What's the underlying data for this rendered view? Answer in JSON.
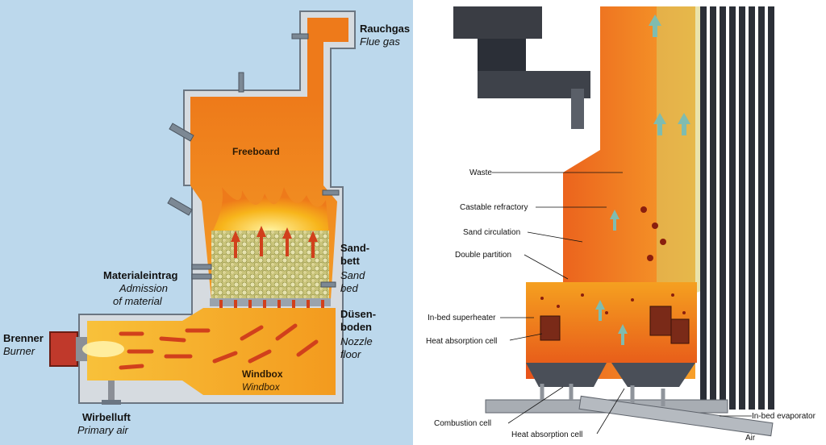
{
  "left_diagram": {
    "flue_gas_de": "Rauchgas",
    "flue_gas_en": "Flue gas",
    "freeboard": "Freeboard",
    "sand_bed_de_1": "Sand-",
    "sand_bed_de_2": "bett",
    "sand_bed_en_1": "Sand",
    "sand_bed_en_2": "bed",
    "material_de": "Materialeintrag",
    "material_en_1": "Admission",
    "material_en_2": "of material",
    "nozzle_de_1": "Düsen-",
    "nozzle_de_2": "boden",
    "nozzle_en_1": "Nozzle",
    "nozzle_en_2": "floor",
    "burner_de": "Brenner",
    "burner_en": "Burner",
    "windbox_de": "Windbox",
    "windbox_en": "Windbox",
    "primary_air_de": "Wirbelluft",
    "primary_air_en": "Primary air"
  },
  "right_diagram": {
    "waste": "Waste",
    "castable_refractory": "Castable refractory",
    "sand_circulation": "Sand circulation",
    "double_partition": "Double partition",
    "in_bed_superheater": "In-bed superheater",
    "heat_absorption_cell_left": "Heat absorption cell",
    "combustion_cell": "Combustion cell",
    "heat_absorption_cell_bottom": "Heat absorption cell",
    "in_bed_evaporator": "In-bed evaporator",
    "air": "Air"
  },
  "colors": {
    "left_background": "#bcd8ec",
    "wall": "#d8dde3",
    "freeboard_orange": "#f07c1c",
    "windbox_orange": "#f5a623",
    "flame": "#f6b91c",
    "sand": "#d7cf86",
    "red_arrow": "#d1401c",
    "air_arrow": "#b9c8d6",
    "tube_dark": "#2b2f37",
    "teal_arrow": "#7fbcb0"
  }
}
